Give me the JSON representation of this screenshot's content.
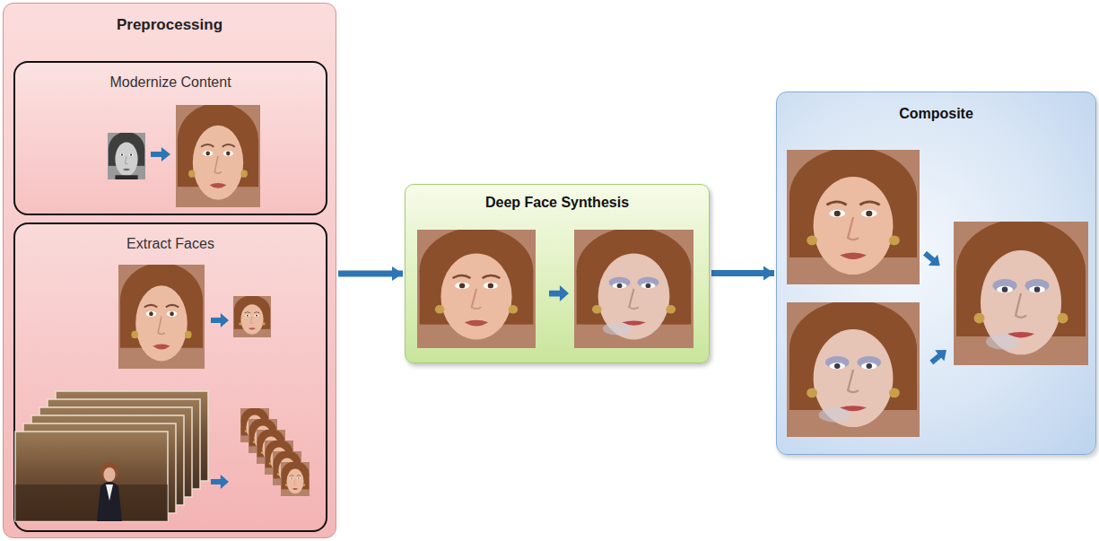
{
  "diagram": {
    "nodes": [
      {
        "text": [
          "Preprocessing"
        ]
      },
      {
        "text": [
          "Modernize Content"
        ],
        "in": 0
      },
      {
        "text": [
          "Extract Faces"
        ],
        "in": 0
      },
      {
        "text": [
          "Deep Face Synthesis"
        ]
      },
      {
        "text": [
          "Composite"
        ]
      }
    ],
    "edges": [
      {
        "from": 0,
        "to": 3,
        "arrow": "to"
      },
      {
        "from": 3,
        "to": 4,
        "arrow": "to"
      }
    ]
  }
}
